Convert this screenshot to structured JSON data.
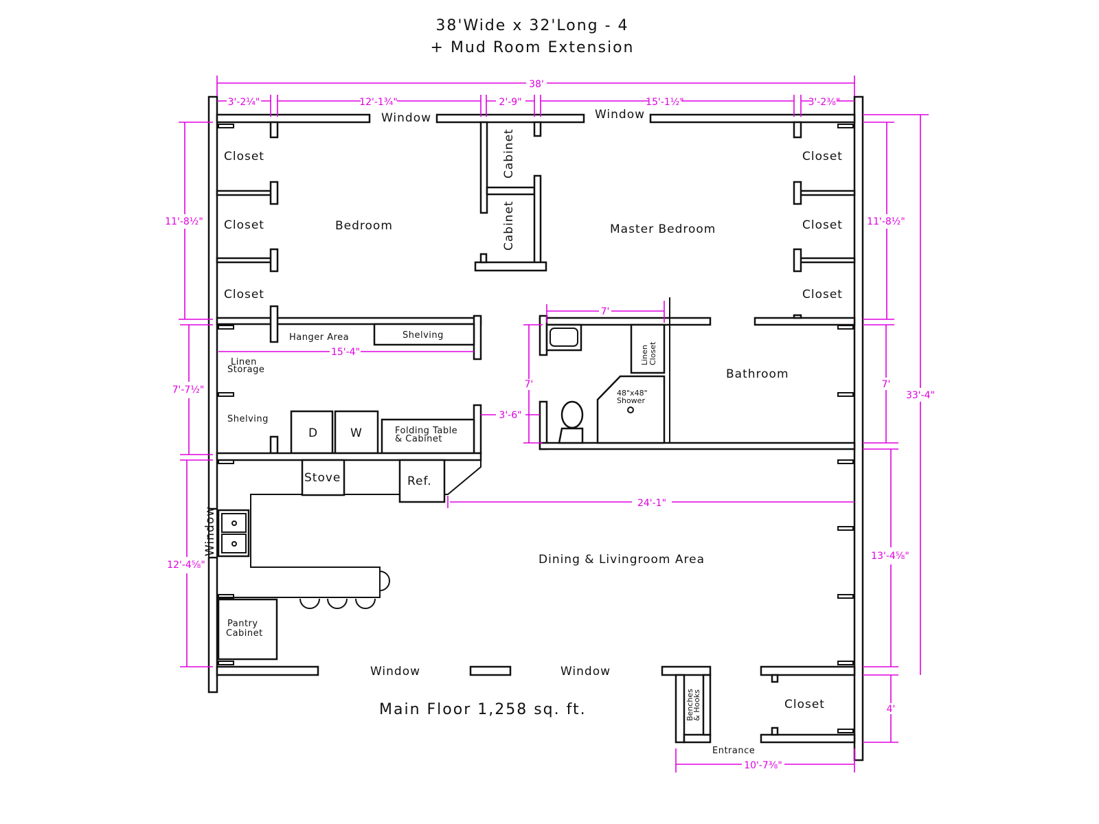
{
  "title": {
    "line1": "38'Wide x 32'Long - 4",
    "line2": "+ Mud Room Extension"
  },
  "footer": "Main Floor 1,258 sq. ft.",
  "colors": {
    "dimension": "#e000e0",
    "wall": "#111111"
  },
  "rooms": {
    "bedroom": "Bedroom",
    "master_bedroom": "Master Bedroom",
    "bathroom": "Bathroom",
    "dining": "Dining & Livingroom Area",
    "closet": "Closet",
    "cabinet": "Cabinet",
    "hanger_area": "Hanger Area",
    "shelving": "Shelving",
    "linen_storage_1": "Linen",
    "linen_storage_2": "Storage",
    "linen_closet_1": "Linen",
    "linen_closet_2": "Closet",
    "shower_1": "48\"x48\"",
    "shower_2": "Shower",
    "dryer": "D",
    "washer": "W",
    "folding_1": "Folding Table",
    "folding_2": "& Cabinet",
    "stove": "Stove",
    "ref": "Ref.",
    "pantry_1": "Pantry",
    "pantry_2": "Cabinet",
    "window": "Window",
    "benches_1": "Benches",
    "benches_2": "& Hooks",
    "entrance": "Entrance"
  },
  "dimensions": {
    "total_width": "38'",
    "top_1": "3'-2¼\"",
    "top_2": "12'-1¾\"",
    "top_3": "2'-9\"",
    "top_4": "15'-1½\"",
    "top_5": "3'-2⅜\"",
    "left_1": "11'-8½\"",
    "left_2": "7'-7½\"",
    "left_3": "12'-4⅝\"",
    "right_1": "11'-8½\"",
    "right_2": "7'",
    "right_3": "13'-4⅝\"",
    "right_4": "4'",
    "total_length": "33'-4\"",
    "hanger": "15'-4\"",
    "bath_width": "7'",
    "bath_height": "7'",
    "door": "3'-6\"",
    "living": "24'-1\"",
    "mudroom": "10'-7⅜\""
  }
}
